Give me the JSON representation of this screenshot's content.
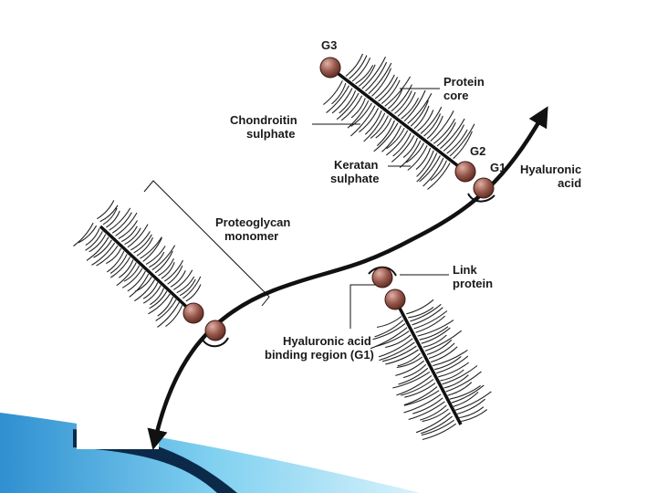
{
  "labels": {
    "g3": "G3",
    "g2": "G2",
    "g1": "G1",
    "protein_core": [
      "Protein",
      "core"
    ],
    "chondroitin_sulphate": [
      "Chondroitin",
      "sulphate"
    ],
    "keratan_sulphate": [
      "Keratan",
      "sulphate"
    ],
    "hyaluronic_acid": [
      "Hyaluronic",
      "acid"
    ],
    "proteoglycan_monomer": [
      "Proteoglycan",
      "monomer"
    ],
    "link_protein": [
      "Link",
      "protein"
    ],
    "binding_region": [
      "Hyaluronic acid",
      "binding region (G1)"
    ]
  },
  "colors": {
    "bead": "#8a4a3c",
    "bead_highlight": "#d9a59a",
    "ink": "#111111",
    "slide_dark": "#0b2a4a",
    "slide_light": "#6ec6ea"
  }
}
